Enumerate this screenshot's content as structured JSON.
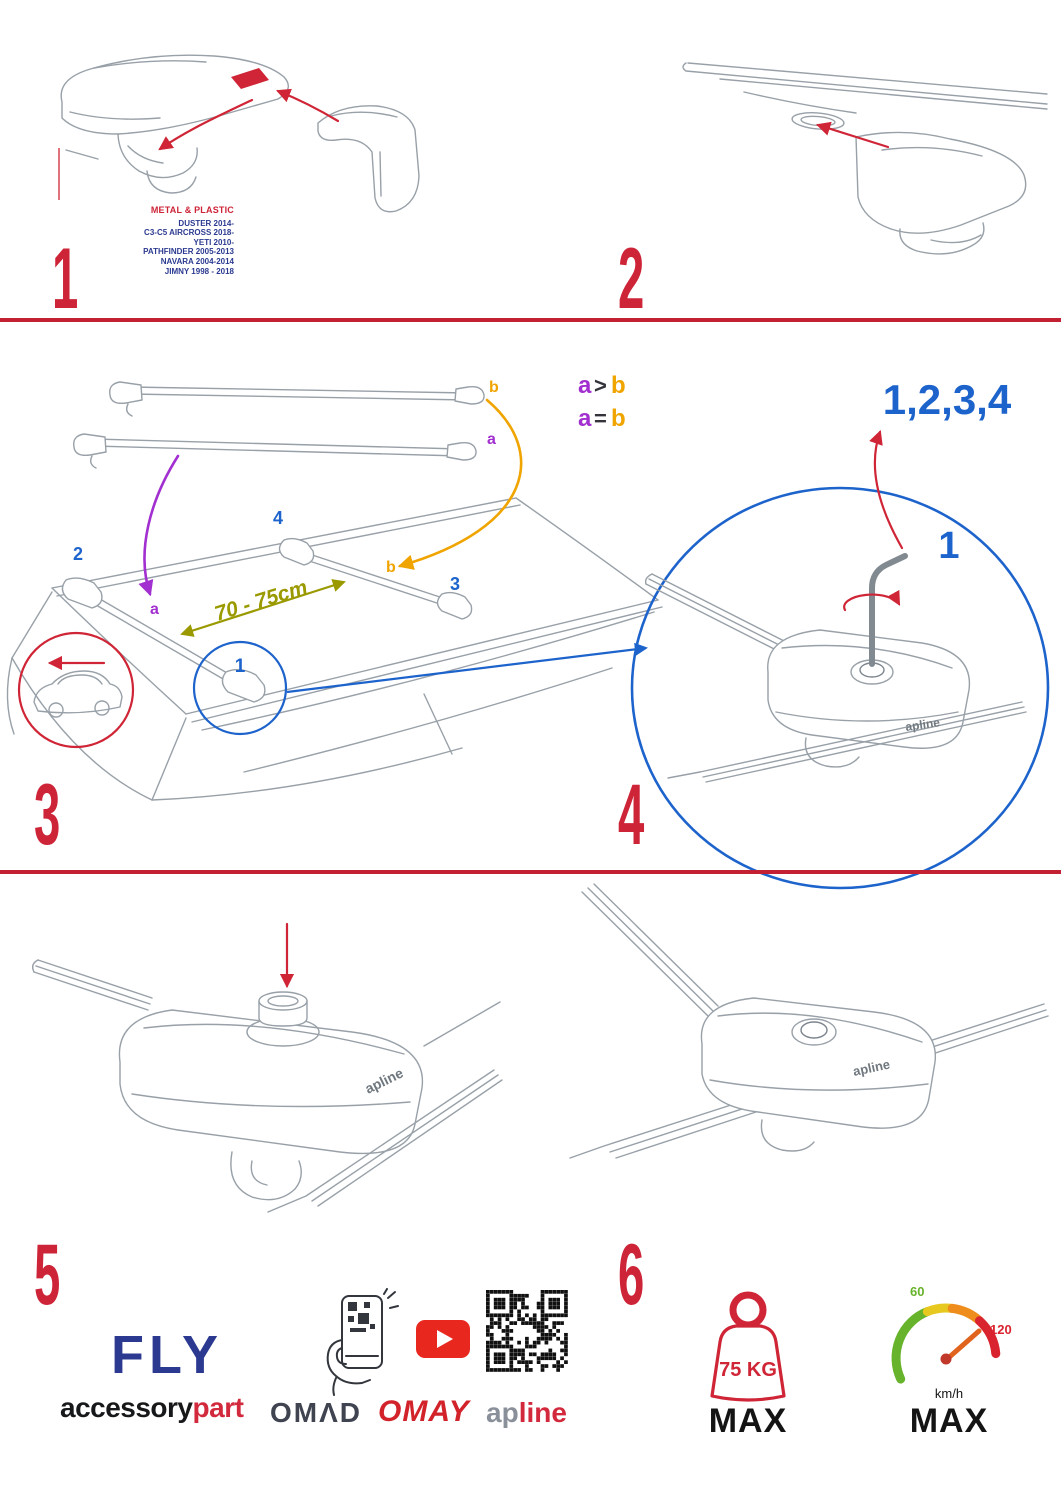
{
  "step1": {
    "number": "1",
    "material": "METAL & PLASTIC",
    "models": [
      "DUSTER 2014-",
      "C3-C5 AIRCROSS 2018-",
      "YETI 2010-",
      "PATHFINDER 2005-2013",
      "NAVARA 2004-2014",
      "JIMNY 1998 - 2018"
    ]
  },
  "step2": {
    "number": "2"
  },
  "step3": {
    "number": "3",
    "bar_labels": {
      "top": "b",
      "bottom": "a"
    },
    "rules": {
      "r1a": "a",
      "r1op": ">",
      "r1b": "b",
      "r2a": "a",
      "r2op": "=",
      "r2b": "b"
    },
    "foot_labels": {
      "f1": "1",
      "f2": "2",
      "f3": "3",
      "f4": "4"
    },
    "roof_labels": {
      "a": "a",
      "b": "b"
    },
    "distance": "70 - 75cm"
  },
  "step4": {
    "number": "4",
    "tighten_order": "1,2,3,4",
    "foot_label": "1",
    "brand": "apline"
  },
  "step5": {
    "number": "5",
    "brand": "apline"
  },
  "step6": {
    "number": "6",
    "brand": "apline"
  },
  "footer": {
    "fly": "FLY",
    "accessory": "accessory",
    "part": "part",
    "omad": "OMΛD",
    "omay": "OMAY",
    "apline_ap": "ap",
    "apline_line": "line",
    "weight_value": "75 KG",
    "weight_max": "MAX",
    "speed_low": "60",
    "speed_high": "120",
    "speed_unit": "km/h",
    "speed_max": "MAX"
  }
}
